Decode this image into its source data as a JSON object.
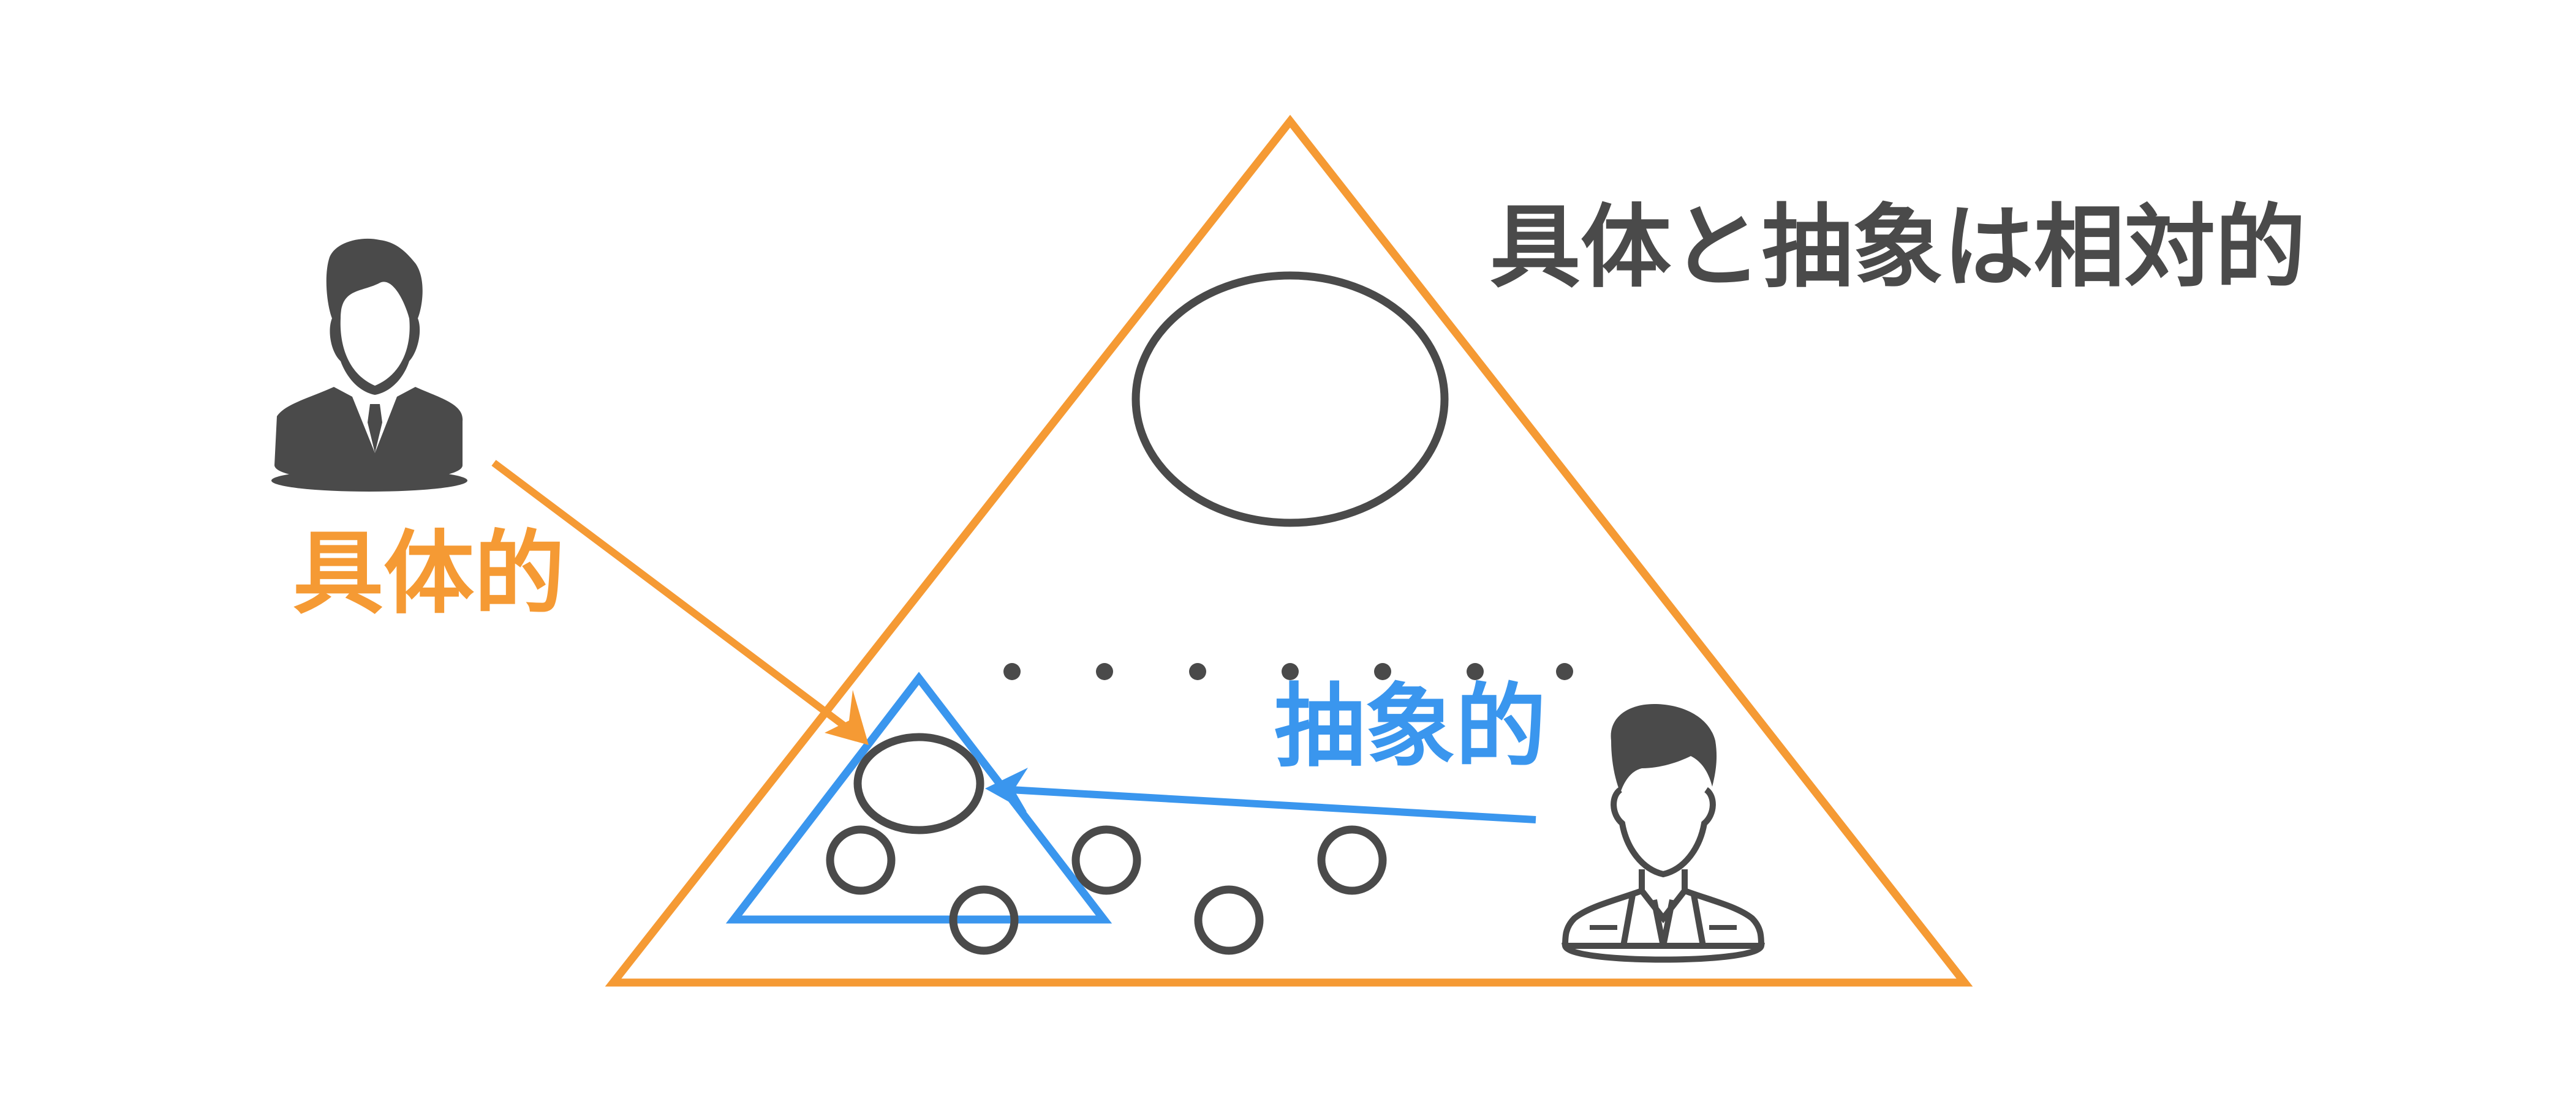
{
  "title": "具体と抽象は相対的",
  "concrete_label": "具体的",
  "abstract_label": "抽象的",
  "colors": {
    "concrete": "#F59A34",
    "abstract": "#3A96EE",
    "ink": "#4A4A4A",
    "background": "#FFFFFF"
  },
  "icons": {
    "concrete_person": "businessman-icon",
    "abstract_person": "businessman-outline-icon"
  }
}
